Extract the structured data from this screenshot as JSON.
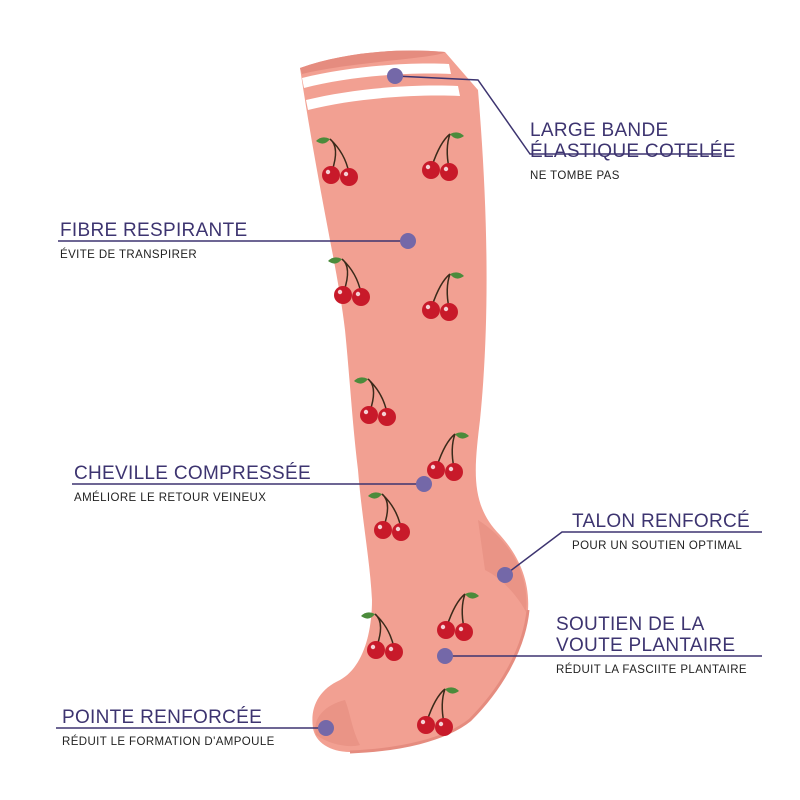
{
  "colors": {
    "sock": "#f2a092",
    "sock_shade": "#e58c7f",
    "stripe": "#ffffff",
    "cherry": "#c81a2a",
    "leaf": "#4b8b3b",
    "callout": "#3d3470",
    "dot": "#7468a8"
  },
  "callouts": {
    "band": {
      "title_1": "LARGE BANDE",
      "title_2": "ÉLASTIQUE COTELÉE",
      "sub": "NE TOMBE PAS"
    },
    "fiber": {
      "title": "FIBRE RESPIRANTE",
      "sub": "ÉVITE DE TRANSPIRER"
    },
    "ankle": {
      "title": "CHEVILLE COMPRESSÉE",
      "sub": "AMÉLIORE LE RETOUR VEINEUX"
    },
    "heel": {
      "title": "TALON RENFORCÉ",
      "sub": "POUR UN SOUTIEN OPTIMAL"
    },
    "arch": {
      "title_1": "SOUTIEN DE LA",
      "title_2": "VOUTE PLANTAIRE",
      "sub": "RÉDUIT LA FASCIITE PLANTAIRE"
    },
    "toe": {
      "title": "POINTE RENFORCÉE",
      "sub": "RÉDUIT LE FORMATION D'AMPOULE"
    }
  }
}
